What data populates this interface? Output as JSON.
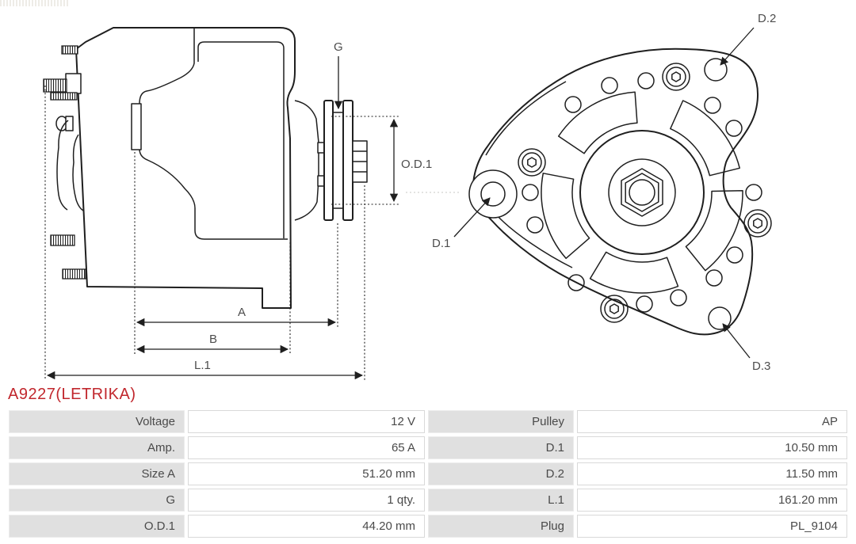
{
  "part": {
    "number": "A9227(LETRIKA)"
  },
  "drawing": {
    "side_view_labels": {
      "g": "G",
      "od1": "O.D.1",
      "a": "A",
      "b": "B",
      "l1": "L.1"
    },
    "front_view_labels": {
      "d1": "D.1",
      "d2": "D.2",
      "d3": "D.3"
    }
  },
  "spec_table": {
    "rows": [
      {
        "label": "Voltage",
        "value": "12 V",
        "label2": "Pulley",
        "value2": "AP"
      },
      {
        "label": "Amp.",
        "value": "65 A",
        "label2": "D.1",
        "value2": "10.50 mm"
      },
      {
        "label": "Size A",
        "value": "51.20 mm",
        "label2": "D.2",
        "value2": "11.50 mm"
      },
      {
        "label": "G",
        "value": "1 qty.",
        "label2": "L.1",
        "value2": "161.20 mm"
      },
      {
        "label": "O.D.1",
        "value": "44.20 mm",
        "label2": "Plug",
        "value2": "PL_9104"
      }
    ]
  },
  "colors": {
    "part_number": "#c1272d",
    "line": "#1f1f1f",
    "table_label_bg": "#e0e0e0",
    "table_text": "#4a4a4a",
    "label_text": "#4d4d4d"
  }
}
